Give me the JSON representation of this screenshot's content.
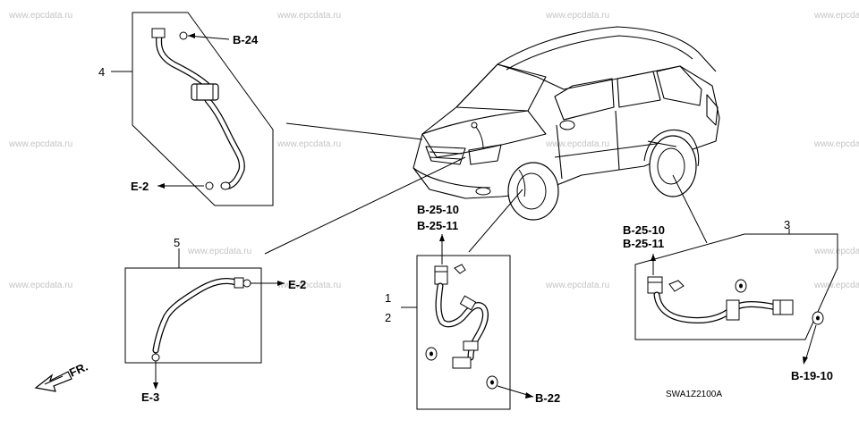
{
  "watermark": "www.epcdata.ru",
  "callouts": {
    "part4": "4",
    "part5": "5",
    "part1": "1",
    "part2": "2",
    "part3": "3"
  },
  "references": {
    "b24": "B-24",
    "e2_top": "E-2",
    "e2_right": "E-2",
    "e3": "E-3",
    "b25_10_front": "B-25-10",
    "b25_11_front": "B-25-11",
    "b22": "B-22",
    "b25_10_rear": "B-25-10",
    "b25_11_rear": "B-25-11",
    "b19_10": "B-19-10"
  },
  "direction_label": "FR.",
  "diagram_code": "SWA1Z2100A"
}
